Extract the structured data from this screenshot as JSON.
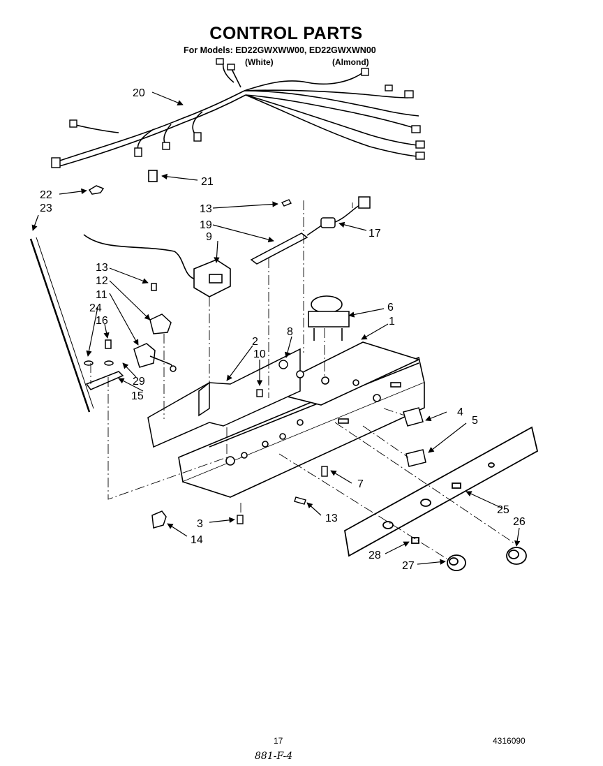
{
  "header": {
    "title": "CONTROL PARTS",
    "models": "For Models: ED22GWXWW00, ED22GWXWN00",
    "variant_white": "(White)",
    "variant_almond": "(Almond)"
  },
  "callouts": {
    "c1": "1",
    "c2": "2",
    "c3": "3",
    "c4": "4",
    "c5": "5",
    "c6": "6",
    "c7": "7",
    "c8": "8",
    "c9": "9",
    "c10": "10",
    "c11": "11",
    "c12": "12",
    "c13a": "13",
    "c13b": "13",
    "c13c": "13",
    "c14": "14",
    "c15": "15",
    "c16": "16",
    "c17": "17",
    "c19": "19",
    "c20": "20",
    "c21": "21",
    "c22": "22",
    "c23": "23",
    "c24": "24",
    "c25": "25",
    "c26": "26",
    "c27": "27",
    "c28": "28",
    "c29": "29"
  },
  "footer": {
    "page_number": "17",
    "document_number": "4316090",
    "handwritten_note": "881-F-4"
  }
}
